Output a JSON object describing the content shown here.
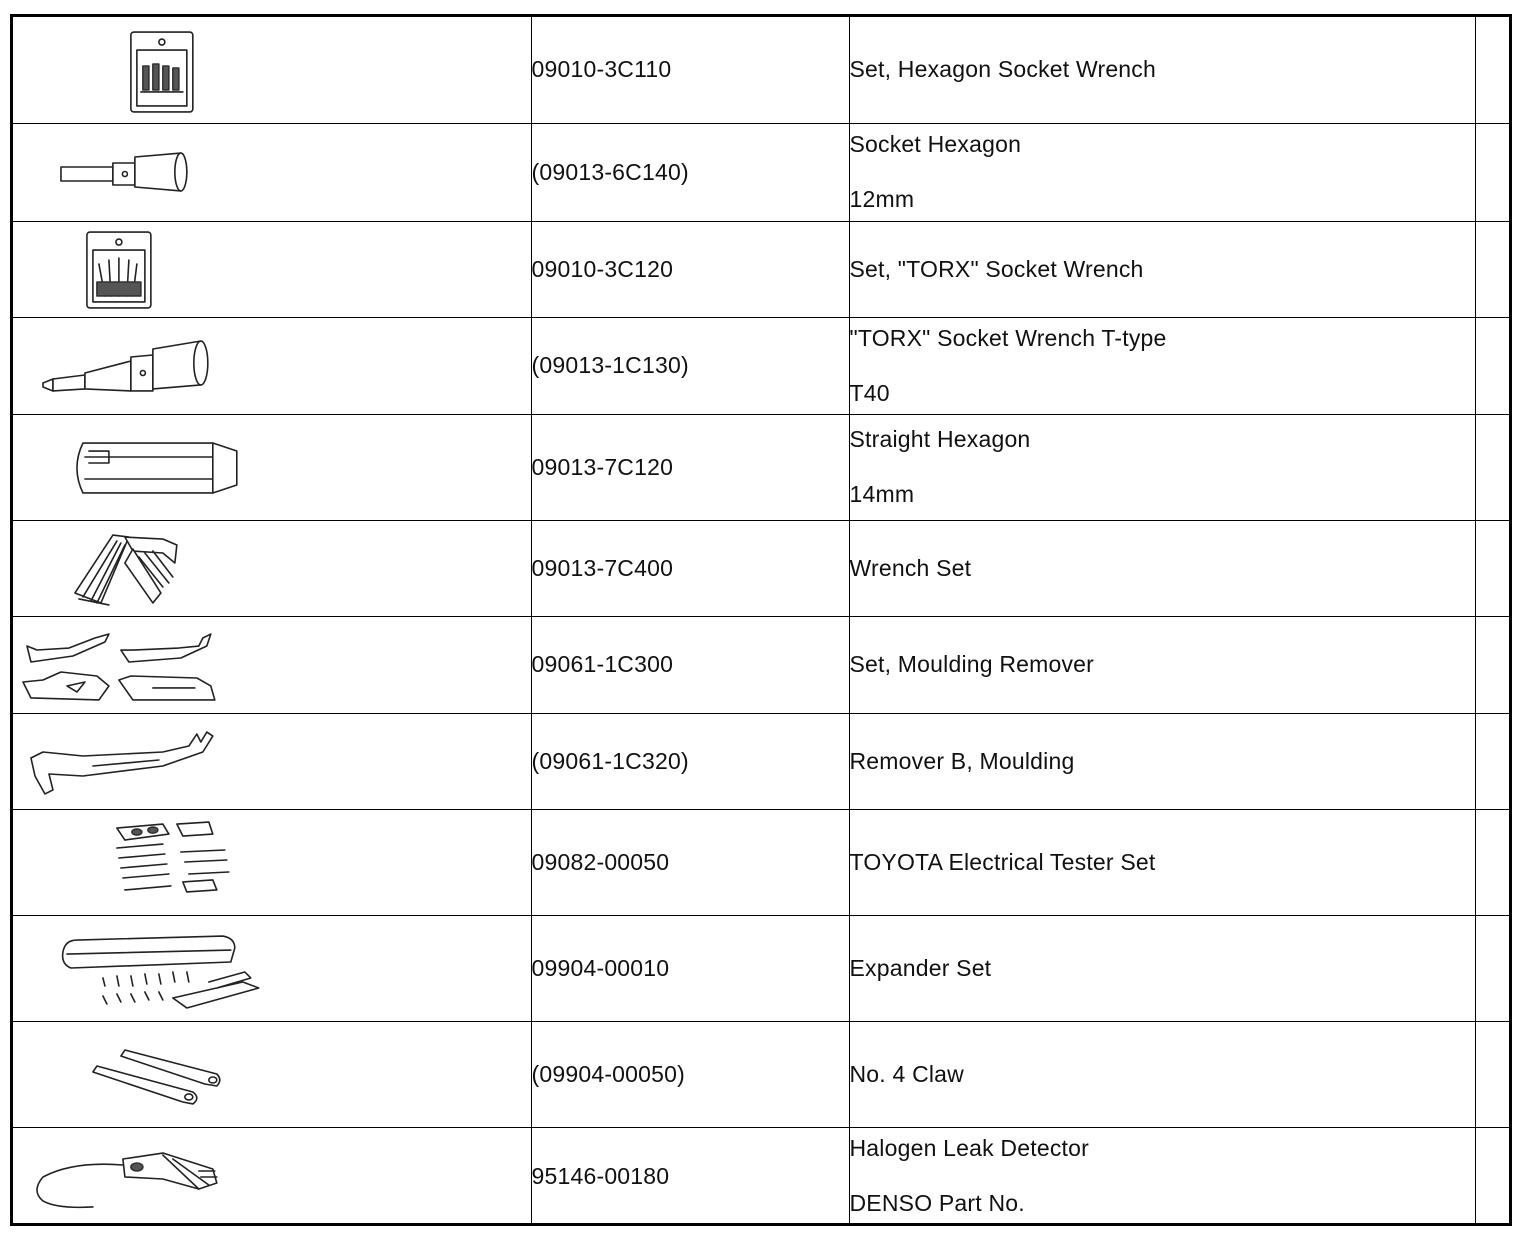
{
  "rows": [
    {
      "icon": "hexagon-socket-wrench-set-icon",
      "part_no": "09010-3C110",
      "name": "Set, Hexagon Socket Wrench",
      "detail": ""
    },
    {
      "icon": "socket-hexagon-icon",
      "part_no": "(09013-6C140)",
      "name": "Socket Hexagon",
      "detail": "12mm"
    },
    {
      "icon": "torx-socket-wrench-set-icon",
      "part_no": "09010-3C120",
      "name": "Set, \"TORX\" Socket Wrench",
      "detail": ""
    },
    {
      "icon": "torx-socket-wrench-t-type-icon",
      "part_no": "(09013-1C130)",
      "name": "\"TORX\" Socket Wrench T-type",
      "detail": "T40"
    },
    {
      "icon": "straight-hexagon-icon",
      "part_no": "09013-7C120",
      "name": "Straight Hexagon",
      "detail": "14mm"
    },
    {
      "icon": "wrench-set-icon",
      "part_no": "09013-7C400",
      "name": "Wrench Set",
      "detail": ""
    },
    {
      "icon": "moulding-remover-set-icon",
      "part_no": "09061-1C300",
      "name": "Set, Moulding Remover",
      "detail": ""
    },
    {
      "icon": "moulding-remover-b-icon",
      "part_no": "(09061-1C320)",
      "name": "Remover B, Moulding",
      "detail": ""
    },
    {
      "icon": "electrical-tester-set-icon",
      "part_no": "09082-00050",
      "name": "TOYOTA Electrical Tester Set",
      "detail": ""
    },
    {
      "icon": "expander-set-icon",
      "part_no": "09904-00010",
      "name": "Expander Set",
      "detail": ""
    },
    {
      "icon": "claw-icon",
      "part_no": "(09904-00050)",
      "name": "No. 4 Claw",
      "detail": ""
    },
    {
      "icon": "halogen-leak-detector-icon",
      "part_no": "95146-00180",
      "name": "Halogen Leak Detector",
      "detail": "DENSO Part No."
    }
  ]
}
